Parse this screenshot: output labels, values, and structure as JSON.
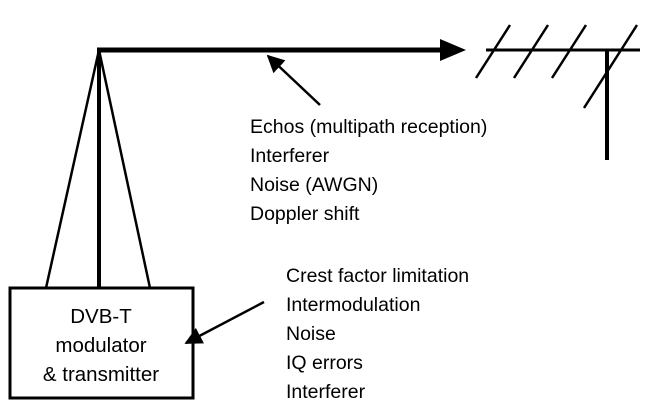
{
  "diagram": {
    "colors": {
      "line": "#000000",
      "background": "#ffffff"
    },
    "transmitter_box": {
      "lines": [
        "DVB-T",
        "modulator",
        "& transmitter"
      ]
    },
    "channel_impairments": {
      "items": [
        "Echos (multipath reception)",
        "Interferer",
        "Noise (AWGN)",
        "Doppler shift"
      ]
    },
    "transmitter_impairments": {
      "items": [
        "Crest factor limitation",
        "Intermodulation",
        "Noise",
        "IQ errors",
        "Interferer"
      ]
    },
    "icons": {
      "antenna": "receive-antenna-icon",
      "mast": "transmit-mast-icon"
    }
  }
}
